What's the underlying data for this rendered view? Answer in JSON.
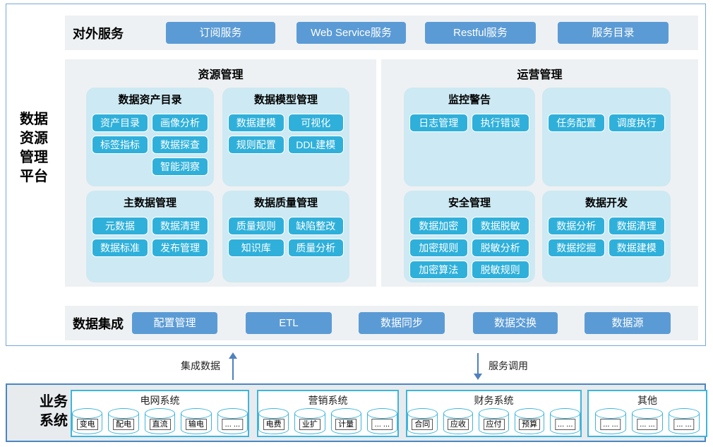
{
  "platform": {
    "label": "数据资源管理平台",
    "label_lines": [
      "数据",
      "资源",
      "管理",
      "平台"
    ]
  },
  "external_services": {
    "label": "对外服务",
    "buttons": [
      "订阅服务",
      "Web Service服务",
      "Restful服务",
      "服务目录"
    ]
  },
  "resource_mgmt": {
    "title": "资源管理",
    "cards": [
      {
        "title": "数据资产目录",
        "buttons": [
          "资产目录",
          "画像分析",
          "标签指标",
          "数据探查",
          "智能洞察"
        ]
      },
      {
        "title": "数据模型管理",
        "buttons": [
          "数据建模",
          "可视化",
          "规则配置",
          "DDL建模"
        ]
      },
      {
        "title": "主数据管理",
        "buttons": [
          "元数据",
          "数据清理",
          "数据标准",
          "发布管理"
        ]
      },
      {
        "title": "数据质量管理",
        "buttons": [
          "质量规则",
          "缺陷整改",
          "知识库",
          "质量分析"
        ]
      }
    ]
  },
  "operation_mgmt": {
    "title": "运营管理",
    "cards": [
      {
        "title": "监控警告",
        "buttons": [
          "日志管理",
          "执行错误"
        ]
      },
      {
        "title": "",
        "buttons": [
          "任务配置",
          "调度执行"
        ]
      },
      {
        "title": "安全管理",
        "buttons": [
          "数据加密",
          "数据脱敏",
          "加密规则",
          "脱敏分析",
          "加密算法",
          "脱敏规则"
        ]
      },
      {
        "title": "数据开发",
        "buttons": [
          "数据分析",
          "数据清理",
          "数据挖掘",
          "数据建模"
        ]
      }
    ]
  },
  "data_integration": {
    "label": "数据集成",
    "buttons": [
      "配置管理",
      "ETL",
      "数据同步",
      "数据交换",
      "数据源"
    ]
  },
  "flows": {
    "up_label": "集成数据",
    "down_label": "服务调用"
  },
  "business_systems": {
    "label": "业务系统",
    "label_lines": [
      "业务",
      "系统"
    ],
    "systems": [
      {
        "title": "电网系统",
        "items": [
          "变电",
          "配电",
          "直流",
          "输电",
          "... ..."
        ]
      },
      {
        "title": "营销系统",
        "items": [
          "电费",
          "业扩",
          "计量",
          "... ..."
        ]
      },
      {
        "title": "财务系统",
        "items": [
          "合同",
          "应收",
          "应付",
          "预算",
          "... ..."
        ]
      },
      {
        "title": "其他",
        "items": [
          "... ...",
          "... ...",
          "... ..."
        ]
      }
    ]
  },
  "colors": {
    "primary_blue": "#5b9bd5",
    "chip_cyan": "#2fb0da",
    "card_bg": "#cde9f3",
    "panel_bg": "#eef1f3",
    "platform_border": "#74a9dc",
    "business_border": "#4b87c2",
    "cylinder_border": "#3fb5da",
    "arrow": "#4f81bd"
  }
}
